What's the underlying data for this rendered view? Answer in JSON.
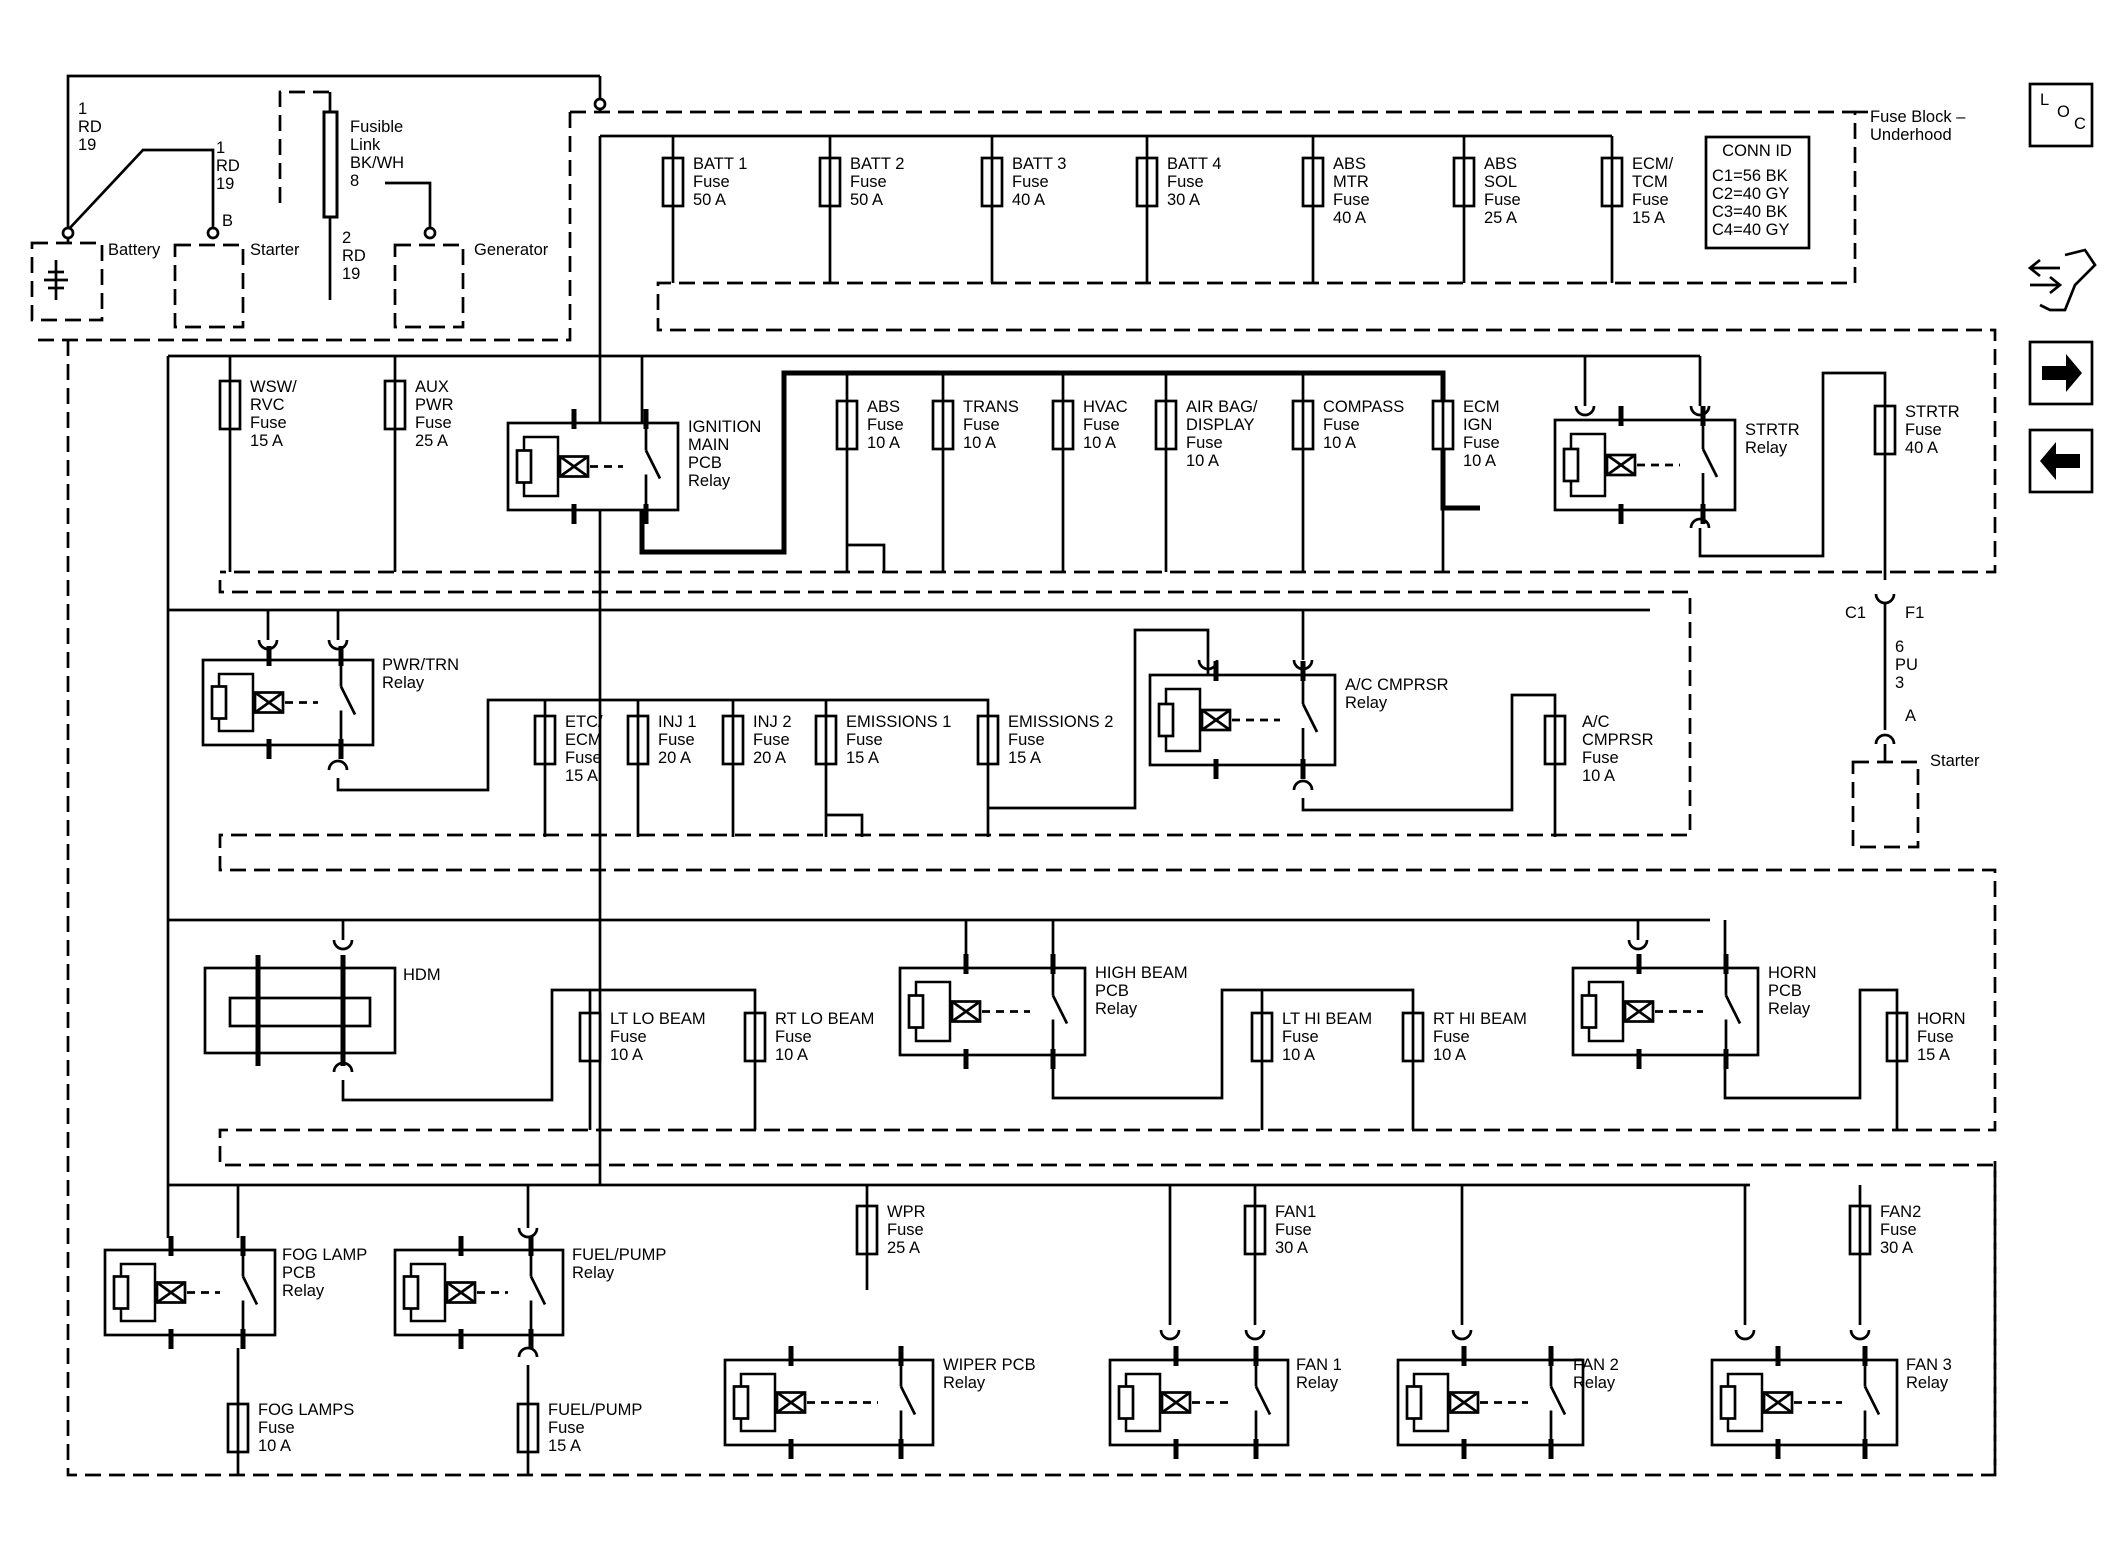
{
  "colors": {
    "line": "#000000",
    "background": "#ffffff"
  },
  "battery": {
    "label": "Battery",
    "wire1": [
      "1",
      "RD",
      "19"
    ],
    "wire2": [
      "1",
      "RD",
      "19"
    ]
  },
  "starter_top": {
    "label": "Starter",
    "terminal": "B"
  },
  "generator": {
    "label": "Generator",
    "wire": [
      "2",
      "RD",
      "19"
    ]
  },
  "fusible_link": {
    "lines": [
      "Fusible",
      "Link",
      "BK/WH",
      "8"
    ]
  },
  "fuse_block": {
    "lines": [
      "Fuse Block –",
      "Underhood"
    ]
  },
  "conn_id": {
    "title": "CONN ID",
    "rows": [
      "C1=56 BK",
      "C2=40 GY",
      "C3=40 BK",
      "C4=40 GY"
    ]
  },
  "nav": {
    "loc_letters": [
      "L",
      "O",
      "C"
    ],
    "icons": [
      "schematic-connector-icon",
      "next-arrow-icon",
      "previous-arrow-icon"
    ]
  },
  "row1_fuses": [
    {
      "lines": [
        "BATT 1",
        "Fuse",
        "50 A"
      ]
    },
    {
      "lines": [
        "BATT 2",
        "Fuse",
        "50 A"
      ]
    },
    {
      "lines": [
        "BATT 3",
        "Fuse",
        "40 A"
      ]
    },
    {
      "lines": [
        "BATT 4",
        "Fuse",
        "30 A"
      ]
    },
    {
      "lines": [
        "ABS",
        "MTR",
        "Fuse",
        "40 A"
      ]
    },
    {
      "lines": [
        "ABS",
        "SOL",
        "Fuse",
        "25 A"
      ]
    },
    {
      "lines": [
        "ECM/",
        "TCM",
        "Fuse",
        "15 A"
      ]
    }
  ],
  "row2_fuses": [
    {
      "lines": [
        "WSW/",
        "RVC",
        "Fuse",
        "15 A"
      ]
    },
    {
      "lines": [
        "AUX",
        "PWR",
        "Fuse",
        "25 A"
      ]
    },
    {
      "lines": [
        "ABS",
        "Fuse",
        "10 A"
      ]
    },
    {
      "lines": [
        "TRANS",
        "Fuse",
        "10 A"
      ]
    },
    {
      "lines": [
        "HVAC",
        "Fuse",
        "10 A"
      ]
    },
    {
      "lines": [
        "AIR BAG/",
        "DISPLAY",
        "Fuse",
        "10 A"
      ]
    },
    {
      "lines": [
        "COMPASS",
        "Fuse",
        "10 A"
      ]
    },
    {
      "lines": [
        "ECM",
        "IGN",
        "Fuse",
        "10 A"
      ]
    },
    {
      "lines": [
        "STRTR",
        "Fuse",
        "40 A"
      ]
    }
  ],
  "row2_relays": [
    {
      "lines": [
        "IGNITION",
        "MAIN",
        "PCB",
        "Relay"
      ]
    },
    {
      "lines": [
        "STRTR",
        "Relay"
      ]
    }
  ],
  "starter_circuit": {
    "conn_left": "C1",
    "conn_right": "F1",
    "wire": [
      "6",
      "PU",
      "3"
    ],
    "terminal": "A",
    "label": "Starter"
  },
  "row3_fuses": [
    {
      "lines": [
        "ETC/",
        "ECM",
        "Fuse",
        "15 A"
      ]
    },
    {
      "lines": [
        "INJ 1",
        "Fuse",
        "20 A"
      ]
    },
    {
      "lines": [
        "INJ 2",
        "Fuse",
        "20 A"
      ]
    },
    {
      "lines": [
        "EMISSIONS 1",
        "Fuse",
        "15 A"
      ]
    },
    {
      "lines": [
        "EMISSIONS 2",
        "Fuse",
        "15 A"
      ]
    },
    {
      "lines": [
        "A/C",
        "CMPRSR",
        "Fuse",
        "10 A"
      ]
    }
  ],
  "row3_relays": [
    {
      "lines": [
        "PWR/TRN",
        "Relay"
      ]
    },
    {
      "lines": [
        "A/C CMPRSR",
        "Relay"
      ]
    }
  ],
  "row4_hdm": {
    "label": "HDM"
  },
  "row4_fuses": [
    {
      "lines": [
        "LT LO BEAM",
        "Fuse",
        "10 A"
      ]
    },
    {
      "lines": [
        "RT LO BEAM",
        "Fuse",
        "10 A"
      ]
    },
    {
      "lines": [
        "LT HI BEAM",
        "Fuse",
        "10 A"
      ]
    },
    {
      "lines": [
        "RT HI BEAM",
        "Fuse",
        "10 A"
      ]
    },
    {
      "lines": [
        "HORN",
        "Fuse",
        "15 A"
      ]
    }
  ],
  "row4_relays": [
    {
      "lines": [
        "HIGH BEAM",
        "PCB",
        "Relay"
      ]
    },
    {
      "lines": [
        "HORN",
        "PCB",
        "Relay"
      ]
    }
  ],
  "row5_relays": [
    {
      "lines": [
        "FOG LAMP",
        "PCB",
        "Relay"
      ]
    },
    {
      "lines": [
        "FUEL/PUMP",
        "Relay"
      ]
    },
    {
      "lines": [
        "WIPER PCB",
        "Relay"
      ]
    },
    {
      "lines": [
        "FAN 1",
        "Relay"
      ]
    },
    {
      "lines": [
        "FAN 2",
        "Relay"
      ]
    },
    {
      "lines": [
        "FAN 3",
        "Relay"
      ]
    }
  ],
  "row5_fuses": [
    {
      "lines": [
        "WPR",
        "Fuse",
        "25 A"
      ]
    },
    {
      "lines": [
        "FAN1",
        "Fuse",
        "30 A"
      ]
    },
    {
      "lines": [
        "FAN2",
        "Fuse",
        "30 A"
      ]
    },
    {
      "lines": [
        "FOG LAMPS",
        "Fuse",
        "10 A"
      ]
    },
    {
      "lines": [
        "FUEL/PUMP",
        "Fuse",
        "15 A"
      ]
    }
  ]
}
